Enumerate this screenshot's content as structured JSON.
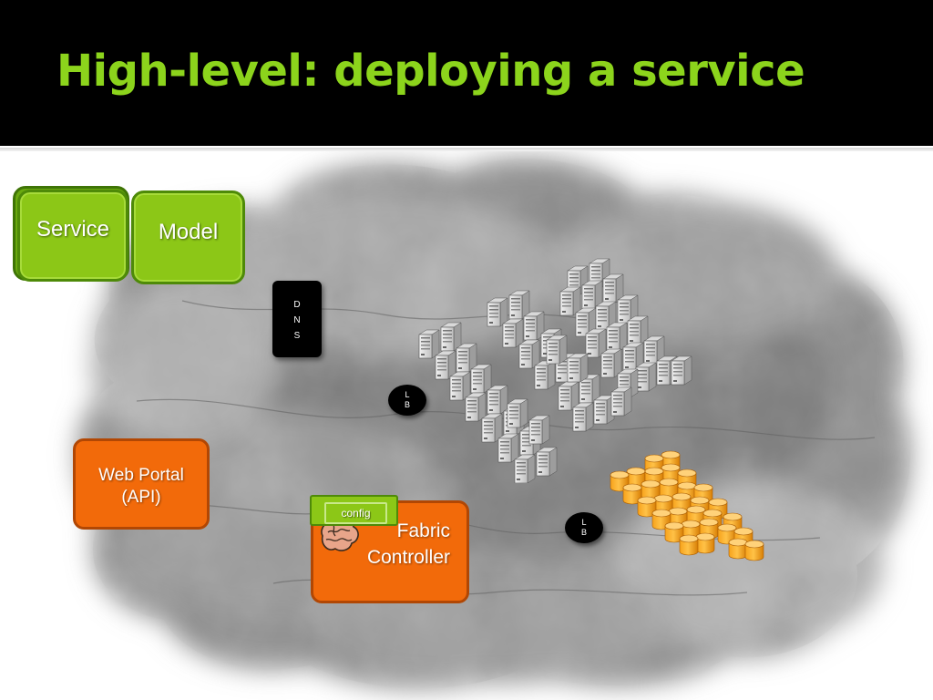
{
  "slide": {
    "title": "High-level: deploying a service"
  },
  "diagram": {
    "service_label": "Service",
    "model_label": "Model",
    "dns_letters": [
      "D",
      "N",
      "S"
    ],
    "lb_letters": [
      "L",
      "B"
    ],
    "web_portal_lines": [
      "Web Portal",
      "(API)"
    ],
    "config_label": "config",
    "fabric_controller_lines": [
      "Fabric",
      "Controller"
    ]
  },
  "colors": {
    "header_bg": "#000000",
    "title": "#8cd41c",
    "green_box": "#8cc717",
    "orange_box": "#f26a0a",
    "storage_cylinder": "#f7a21b"
  }
}
